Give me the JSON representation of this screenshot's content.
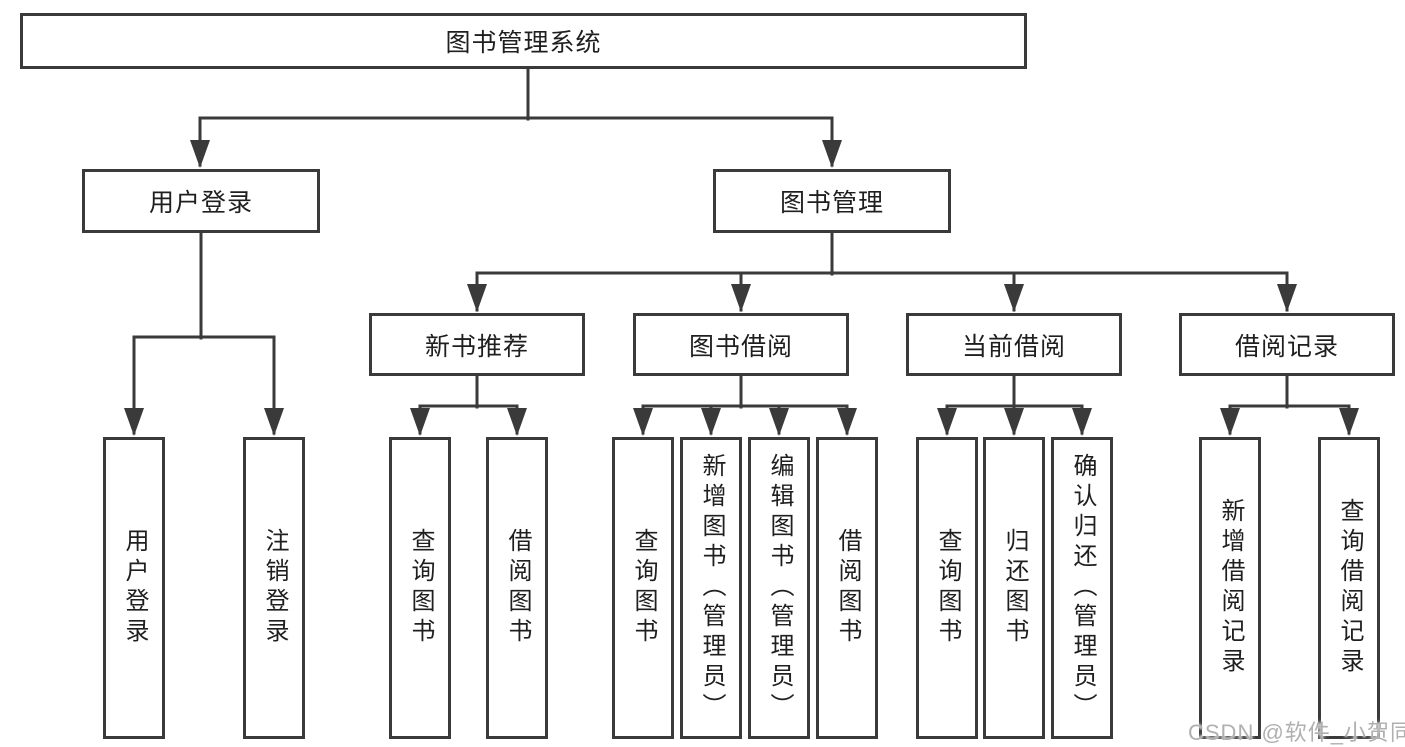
{
  "diagram": {
    "type": "hierarchy-tree",
    "title": "图书管理系统",
    "watermark": "CSDN @软件_小贺同学",
    "colors": {
      "line": "#3a3a3a",
      "text": "#1f1f1f",
      "box_background": "#ffffff",
      "watermark": "#b0b0b0",
      "page_background": "#ffffff"
    },
    "tree": {
      "label": "图书管理系统",
      "children": [
        {
          "label": "用户登录",
          "children": [
            {
              "label": "用户登录"
            },
            {
              "label": "注销登录"
            }
          ]
        },
        {
          "label": "图书管理",
          "children": [
            {
              "label": "新书推荐",
              "children": [
                {
                  "label": "查询图书"
                },
                {
                  "label": "借阅图书"
                }
              ]
            },
            {
              "label": "图书借阅",
              "children": [
                {
                  "label": "查询图书"
                },
                {
                  "label": "新增图书（管理员）"
                },
                {
                  "label": "编辑图书（管理员）"
                },
                {
                  "label": "借阅图书"
                }
              ]
            },
            {
              "label": "当前借阅",
              "children": [
                {
                  "label": "查询图书"
                },
                {
                  "label": "归还图书"
                },
                {
                  "label": "确认归还（管理员）"
                }
              ]
            },
            {
              "label": "借阅记录",
              "children": [
                {
                  "label": "新增借阅记录"
                },
                {
                  "label": "查询借阅记录"
                }
              ]
            }
          ]
        }
      ]
    }
  }
}
